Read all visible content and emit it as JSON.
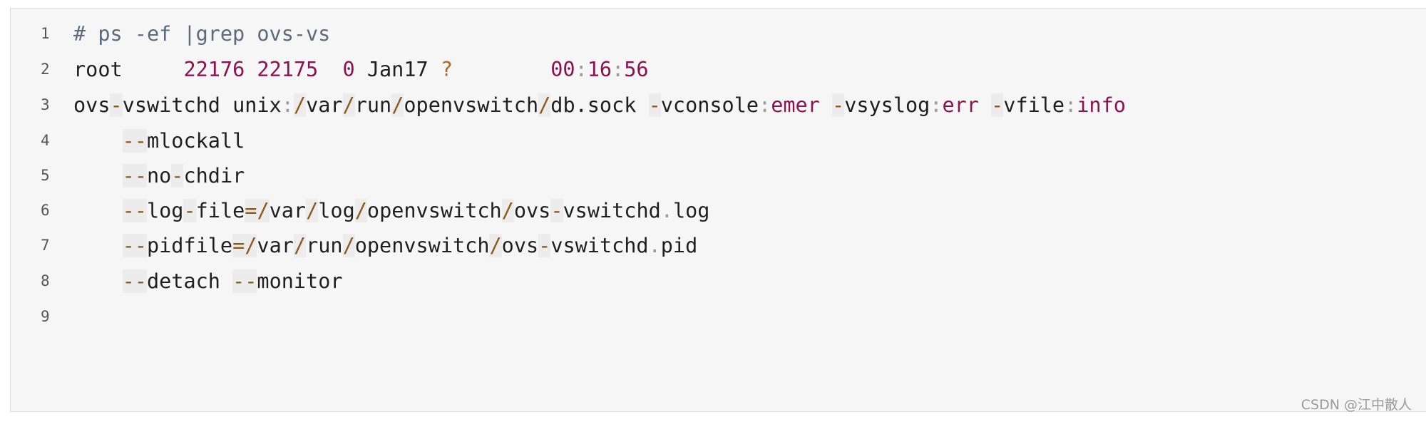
{
  "lines": [
    {
      "num": "1",
      "tokens": [
        {
          "t": "# ps -ef |grep ovs-vs",
          "c": "comment"
        }
      ]
    },
    {
      "num": "2",
      "tokens": [
        {
          "t": "root     ",
          "c": "plain"
        },
        {
          "t": "22176",
          "c": "num"
        },
        {
          "t": " ",
          "c": "plain"
        },
        {
          "t": "22175",
          "c": "num"
        },
        {
          "t": "  ",
          "c": "plain"
        },
        {
          "t": "0",
          "c": "num"
        },
        {
          "t": " Jan17 ",
          "c": "plain"
        },
        {
          "t": "?",
          "c": "q"
        },
        {
          "t": "        ",
          "c": "plain"
        },
        {
          "t": "00",
          "c": "num"
        },
        {
          "t": ":",
          "c": "dim"
        },
        {
          "t": "16",
          "c": "num"
        },
        {
          "t": ":",
          "c": "dim"
        },
        {
          "t": "56",
          "c": "num"
        }
      ]
    },
    {
      "num": "3",
      "tokens": [
        {
          "t": "ovs",
          "c": "plain"
        },
        {
          "t": "-",
          "c": "op"
        },
        {
          "t": "vswitchd unix",
          "c": "plain"
        },
        {
          "t": ":",
          "c": "dim"
        },
        {
          "t": "/",
          "c": "op"
        },
        {
          "t": "var",
          "c": "plain"
        },
        {
          "t": "/",
          "c": "op"
        },
        {
          "t": "run",
          "c": "plain"
        },
        {
          "t": "/",
          "c": "op"
        },
        {
          "t": "openvswitch",
          "c": "plain"
        },
        {
          "t": "/",
          "c": "op"
        },
        {
          "t": "db.sock ",
          "c": "plain"
        },
        {
          "t": "-",
          "c": "op"
        },
        {
          "t": "vconsole",
          "c": "plain"
        },
        {
          "t": ":",
          "c": "dim"
        },
        {
          "t": "emer",
          "c": "val"
        },
        {
          "t": " ",
          "c": "plain"
        },
        {
          "t": "-",
          "c": "op"
        },
        {
          "t": "vsyslog",
          "c": "plain"
        },
        {
          "t": ":",
          "c": "dim"
        },
        {
          "t": "err",
          "c": "val"
        },
        {
          "t": " ",
          "c": "plain"
        },
        {
          "t": "-",
          "c": "op"
        },
        {
          "t": "vfile",
          "c": "plain"
        },
        {
          "t": ":",
          "c": "dim"
        },
        {
          "t": "info",
          "c": "val"
        }
      ]
    },
    {
      "num": "4",
      "tokens": [
        {
          "t": "    ",
          "c": "plain"
        },
        {
          "t": "--",
          "c": "op"
        },
        {
          "t": "mlockall",
          "c": "plain"
        }
      ]
    },
    {
      "num": "5",
      "tokens": [
        {
          "t": "    ",
          "c": "plain"
        },
        {
          "t": "--",
          "c": "op"
        },
        {
          "t": "no",
          "c": "plain"
        },
        {
          "t": "-",
          "c": "op"
        },
        {
          "t": "chdir",
          "c": "plain"
        }
      ]
    },
    {
      "num": "6",
      "tokens": [
        {
          "t": "    ",
          "c": "plain"
        },
        {
          "t": "--",
          "c": "op"
        },
        {
          "t": "log",
          "c": "plain"
        },
        {
          "t": "-",
          "c": "op"
        },
        {
          "t": "file",
          "c": "plain"
        },
        {
          "t": "=",
          "c": "op"
        },
        {
          "t": "/",
          "c": "op"
        },
        {
          "t": "var",
          "c": "plain"
        },
        {
          "t": "/",
          "c": "op"
        },
        {
          "t": "log",
          "c": "plain"
        },
        {
          "t": "/",
          "c": "op"
        },
        {
          "t": "openvswitch",
          "c": "plain"
        },
        {
          "t": "/",
          "c": "op"
        },
        {
          "t": "ovs",
          "c": "plain"
        },
        {
          "t": "-",
          "c": "op"
        },
        {
          "t": "vswitchd",
          "c": "plain"
        },
        {
          "t": ".",
          "c": "dim"
        },
        {
          "t": "log",
          "c": "plain"
        }
      ]
    },
    {
      "num": "7",
      "tokens": [
        {
          "t": "    ",
          "c": "plain"
        },
        {
          "t": "--",
          "c": "op"
        },
        {
          "t": "pidfile",
          "c": "plain"
        },
        {
          "t": "=",
          "c": "op"
        },
        {
          "t": "/",
          "c": "op"
        },
        {
          "t": "var",
          "c": "plain"
        },
        {
          "t": "/",
          "c": "op"
        },
        {
          "t": "run",
          "c": "plain"
        },
        {
          "t": "/",
          "c": "op"
        },
        {
          "t": "openvswitch",
          "c": "plain"
        },
        {
          "t": "/",
          "c": "op"
        },
        {
          "t": "ovs",
          "c": "plain"
        },
        {
          "t": "-",
          "c": "op"
        },
        {
          "t": "vswitchd",
          "c": "plain"
        },
        {
          "t": ".",
          "c": "dim"
        },
        {
          "t": "pid",
          "c": "plain"
        }
      ]
    },
    {
      "num": "8",
      "tokens": [
        {
          "t": "    ",
          "c": "plain"
        },
        {
          "t": "--",
          "c": "op"
        },
        {
          "t": "detach ",
          "c": "plain"
        },
        {
          "t": "--",
          "c": "op"
        },
        {
          "t": "monitor",
          "c": "plain"
        }
      ]
    },
    {
      "num": "9",
      "tokens": []
    }
  ],
  "watermark": "CSDN @江中散人",
  "colors": {
    "background": "#f6f6f6",
    "comment": "#5b6b7c",
    "number": "#8a1450",
    "operator": "#8a5a1c"
  }
}
